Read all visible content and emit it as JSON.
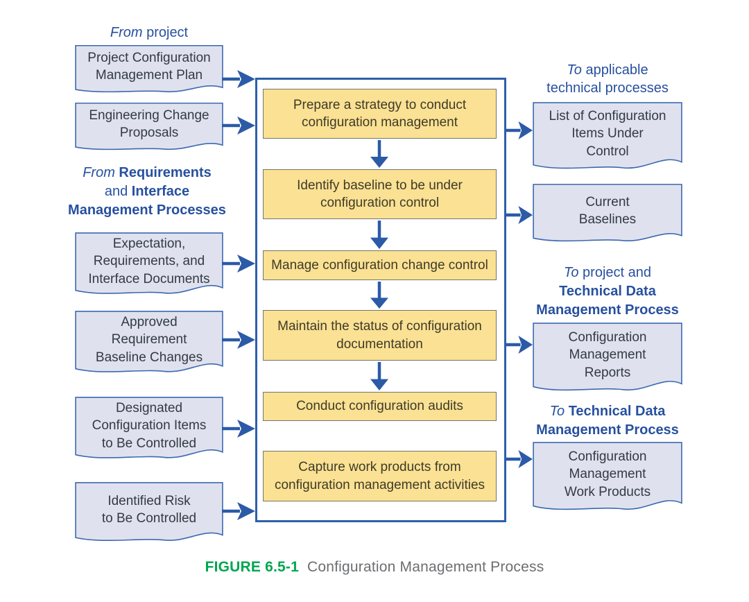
{
  "caption": {
    "label": "FIGURE 6.5-1",
    "text": "Configuration Management Process"
  },
  "colors": {
    "arrow_blue": "#2b5aa7",
    "container_border_blue": "#2d5fa9",
    "document_fill": "#dfe2ee",
    "document_border": "#3d68b0",
    "step_fill": "#fae193",
    "step_border": "#75756a",
    "label_blue": "#27509f",
    "caption_green": "#00a651",
    "caption_gray": "#6d6e71"
  },
  "labels": {
    "from_project": {
      "italic": "From",
      "rest": " project"
    },
    "from_requirements": {
      "italic": "From",
      "bold1": " Requirements",
      "plain2": "and ",
      "bold2": "Interface",
      "bold3": "Management Processes"
    },
    "to_applicable": {
      "italic": "To",
      "rest1": " applicable",
      "rest2": "technical processes"
    },
    "to_project": {
      "italic": "To",
      "rest1": " project and",
      "bold2": "Technical Data",
      "bold3": "Management Process"
    },
    "to_technical": {
      "italic": "To",
      "bold1": " Technical Data",
      "bold2": "Management Process"
    }
  },
  "inputs": [
    "Project Configuration\nManagement Plan",
    "Engineering Change\nProposals",
    "Expectation,\nRequirements, and\nInterface Documents",
    "Approved\nRequirement\nBaseline Changes",
    "Designated\nConfiguration Items\nto Be Controlled",
    "Identified Risk\nto Be Controlled"
  ],
  "steps": [
    "Prepare a strategy to conduct\nconfiguration management",
    "Identify baseline to be under\nconfiguration control",
    "Manage configuration change control",
    "Maintain the status of configuration\ndocumentation",
    "Conduct configuration audits",
    "Capture work products from\nconfiguration management activities"
  ],
  "outputs": [
    "List of Configuration\nItems Under\nControl",
    "Current\nBaselines",
    "Configuration\nManagement\nReports",
    "Configuration\nManagement\nWork Products"
  ]
}
